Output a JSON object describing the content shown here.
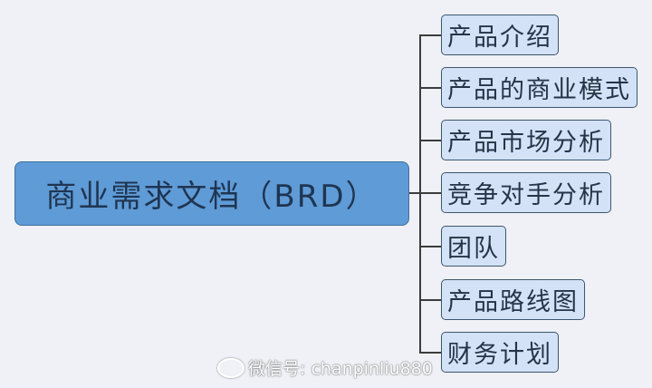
{
  "root": {
    "label": "商业需求文档（BRD）"
  },
  "children": [
    {
      "label": "产品介绍"
    },
    {
      "label": "产品的商业模式"
    },
    {
      "label": "产品市场分析"
    },
    {
      "label": "竞争对手分析"
    },
    {
      "label": "团队"
    },
    {
      "label": "产品路线图"
    },
    {
      "label": "财务计划"
    }
  ],
  "watermark": {
    "text": "微信号: chanpinliu880",
    "icon": "wechat-icon"
  },
  "colors": {
    "root": "#5f9bd6",
    "child": "#d3e2f6",
    "background": "#eff1f6"
  }
}
